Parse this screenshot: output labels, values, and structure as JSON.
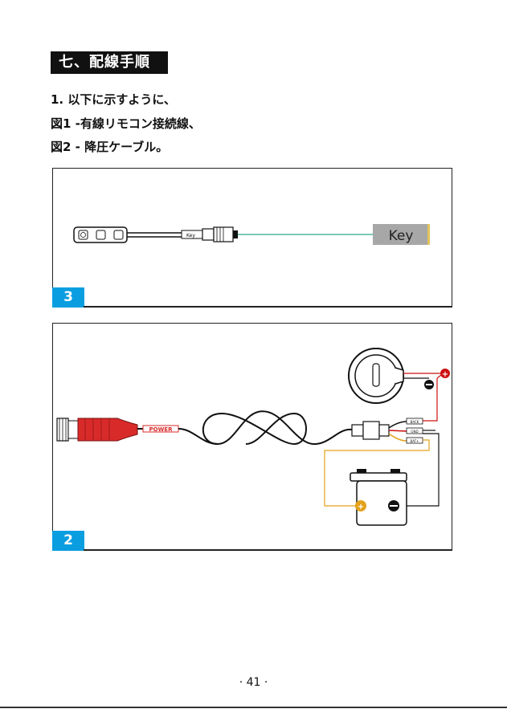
{
  "section": {
    "title": "七、配線手順"
  },
  "intro": {
    "line1": "1. 以下に示すように、",
    "line2": "図1 -有線リモコン接続線、",
    "line3": "図2 - 降圧ケーブル。"
  },
  "figure1": {
    "number": "3",
    "key_label": "Key",
    "plug_label": "Key"
  },
  "figure2": {
    "number": "2",
    "cable_label": "POWER",
    "wire_labels": [
      "BACK",
      "GND",
      "BAT+"
    ]
  },
  "page": {
    "number": "· 41 ·"
  },
  "colors": {
    "accent": "#0a9ee0",
    "positive": "#cc1111",
    "wire_yellow": "#e3a21a",
    "teal": "#27a98b"
  }
}
